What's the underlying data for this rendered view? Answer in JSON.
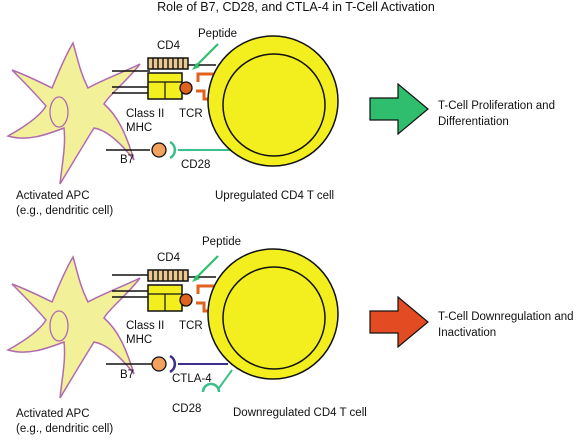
{
  "title": "Role of B7, CD28, and CTLA-4 in T-Cell Activation",
  "colors": {
    "apc_fill": "#F2F19A",
    "apc_stroke": "#B06AB0",
    "tcell_fill": "#F3EF1F",
    "cd4_fill": "#E9C98F",
    "mhc_fill": "#F3EF1F",
    "peptide_fill": "#E0621E",
    "tcr_color": "#E0621E",
    "b7_fill": "#F2A15E",
    "cd28_color": "#3CC08A",
    "ctla4_color": "#3C2F8E",
    "arrow_green": "#2FBE6E",
    "arrow_red": "#E34B22",
    "pointer_green": "#2FBE6E"
  },
  "panels": [
    {
      "cd4": "CD4",
      "peptide": "Peptide",
      "class2_line1": "Class II",
      "class2_line2": "MHC",
      "tcr": "TCR",
      "b7": "B7",
      "receptor": "CD28",
      "apc_line1": "Activated APC",
      "apc_line2": "(e.g., dendritic cell)",
      "tcell": "Upregulated CD4 T cell",
      "outcome_line1": "T-Cell Proliferation and",
      "outcome_line2": "Differentiation"
    },
    {
      "cd4": "CD4",
      "peptide": "Peptide",
      "class2_line1": "Class II",
      "class2_line2": "MHC",
      "tcr": "TCR",
      "b7": "B7",
      "receptor": "CTLA-4",
      "free_receptor": "CD28",
      "apc_line1": "Activated APC",
      "apc_line2": "(e.g., dendritic cell)",
      "tcell": "Downregulated CD4 T cell",
      "outcome_line1": "T-Cell Downregulation and",
      "outcome_line2": "Inactivation"
    }
  ]
}
